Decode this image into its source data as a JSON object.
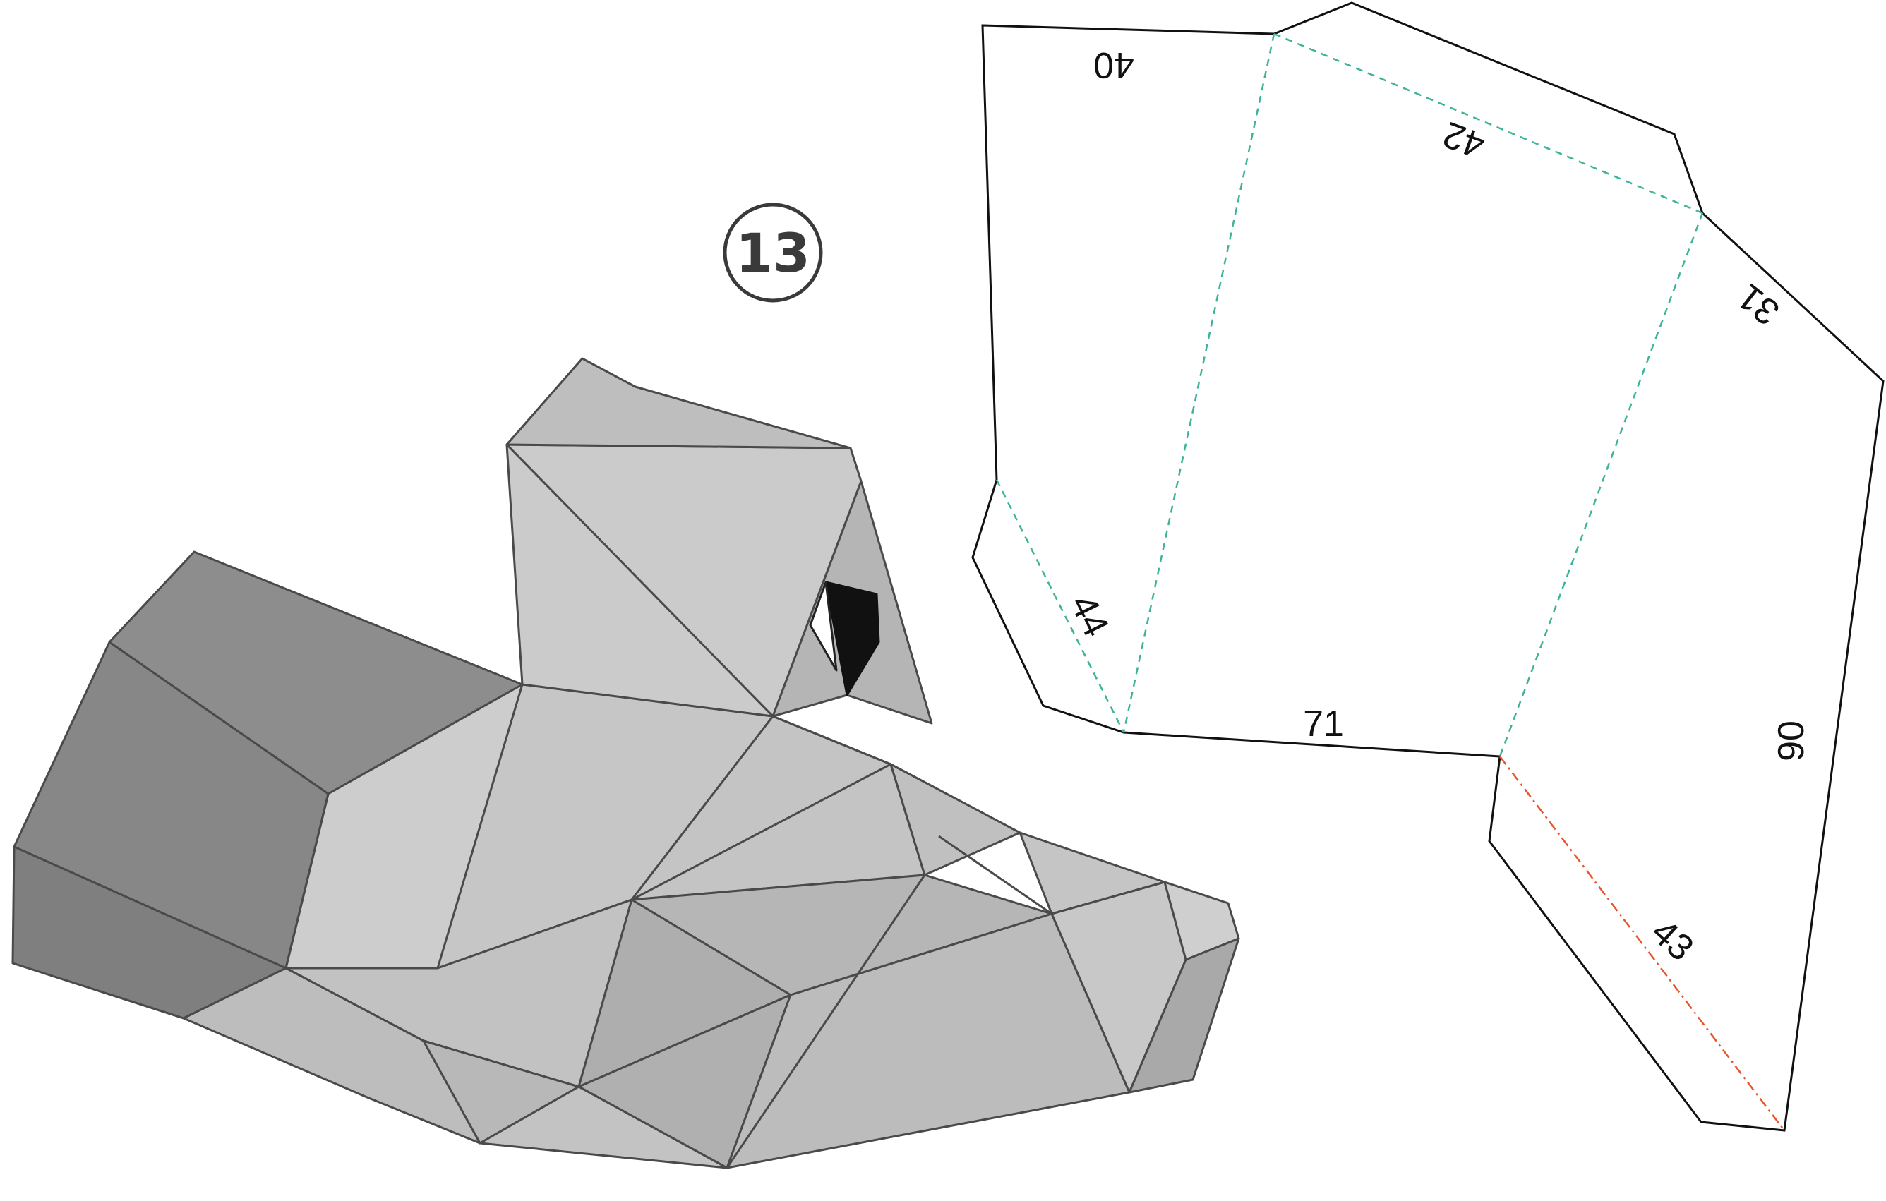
{
  "step": {
    "number": "13"
  },
  "template": {
    "edge_labels": [
      "40",
      "42",
      "31",
      "44",
      "71",
      "90",
      "43"
    ]
  },
  "colors": {
    "cut_line": "#111111",
    "valley_fold": "#3db39a",
    "mountain_fold": "#e8552a",
    "model_light": "#c9c9c9",
    "model_mid": "#b3b3b3",
    "model_dark": "#8a8a8a",
    "model_edge": "#4a4a4a"
  }
}
